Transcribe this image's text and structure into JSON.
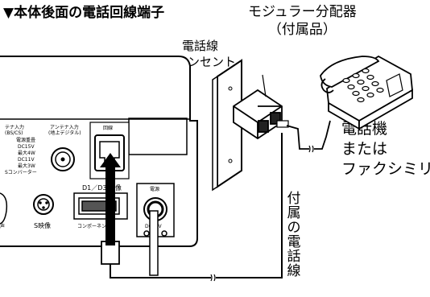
{
  "title": "▼本体後面の電話回線端子",
  "labels": {
    "splitter_line1": "モジュラー分配器",
    "splitter_line2": "（付属品）",
    "outlet_line1": "電話線",
    "outlet_line2": "コンセント",
    "phone_line1": "電話機",
    "phone_line2": "または",
    "phone_line3": "ファクシミリ",
    "cable": "付属の電話線"
  },
  "panel": {
    "antenna_input_bs": "テナ入力",
    "antenna_input_bs2": "(BS/CS)",
    "power_supply_1": "電源重畳",
    "power_supply_2": "DC15V",
    "power_supply_3": "最大4W",
    "power_supply_4": "DC11V",
    "power_supply_5": "最大3W",
    "converter": "Sコンバーター",
    "antenna_input_terrestrial": "アンテナ入力",
    "antenna_input_terrestrial2": "(地上デジタル)",
    "phone_line_port": "回線",
    "svideo": "S映像",
    "d_video": "D1／D3 映像",
    "component": "コンポーネント",
    "power": "電源",
    "dc_in": "DC12V",
    "audio_partial": "声"
  }
}
